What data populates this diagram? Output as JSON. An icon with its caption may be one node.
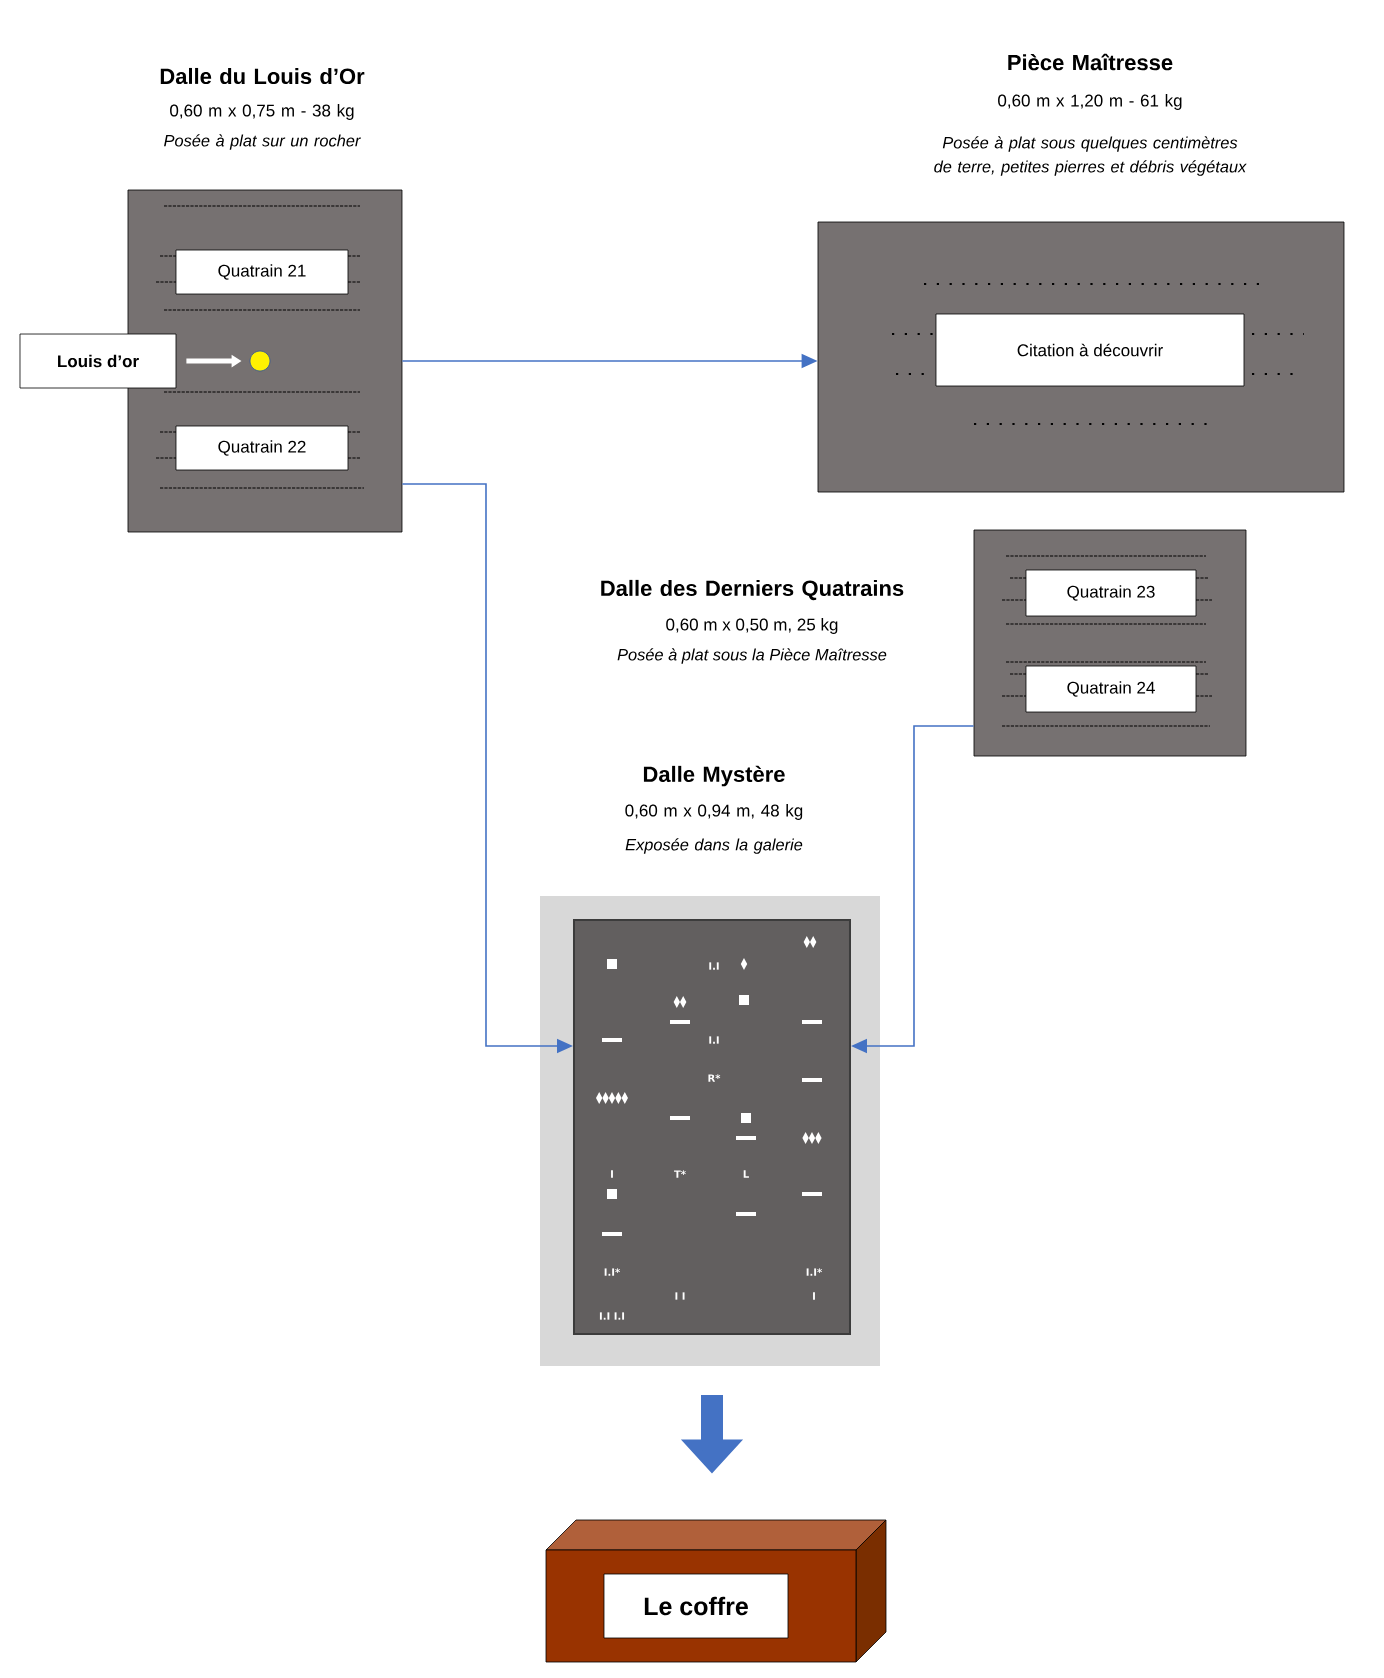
{
  "diagram": {
    "nodes": [
      {
        "text": [
          "Dalle du Louis d’Or",
          "0,60 m x 0,75 m - 38 kg",
          "Posée à plat sur un rocher"
        ]
      },
      {
        "text": [
          "Quatrain 21"
        ],
        "in": 0
      },
      {
        "text": [
          "Quatrain 22"
        ],
        "in": 0
      },
      {
        "text": [
          "Louis d’or"
        ]
      },
      {
        "text": [],
        "shape": "circle",
        "in": 0
      },
      {
        "text": [
          "Pièce Maîtresse",
          "0,60 m x 1,20 m - 61 kg",
          "Posée à plat sous quelques centimètres de terre, petites pierres et débris végétaux"
        ]
      },
      {
        "text": [
          "Citation à découvrir"
        ],
        "in": 5
      },
      {
        "text": [
          "Dalle des Derniers Quatrains"
        ]
      },
      {
        "text": [
          "Quatrain 23"
        ],
        "in": 7
      },
      {
        "text": [
          "Quatrain 24"
        ],
        "in": 7
      },
      {
        "text": [
          "Dalle Mystère",
          "0,60 m x 0,94 m, 48 kg",
          "Exposée dans la galerie"
        ]
      },
      {
        "text": [
          "Le coffre"
        ]
      }
    ],
    "edges": [
      {
        "from": 0,
        "to": 5,
        "arrow": "to"
      },
      {
        "from": 0,
        "to": 10,
        "arrow": "to"
      },
      {
        "from": 7,
        "to": 10,
        "arrow": "to"
      },
      {
        "from": 10,
        "to": 11,
        "arrow": "to",
        "style": "thick"
      },
      {
        "from": 3,
        "to": 4,
        "arrow": "to",
        "style": "thick",
        "color": "#ffffff"
      }
    ],
    "labels": [
      "0,60 m x 0,50 m, 25 kg",
      "Posée à plat sous la Pièce Maîtresse",
      "I.I",
      "I.I",
      "R*",
      "I",
      "T*",
      "L",
      "I.I*",
      "I.I*",
      "I I",
      "I",
      "I.I I.I"
    ]
  }
}
